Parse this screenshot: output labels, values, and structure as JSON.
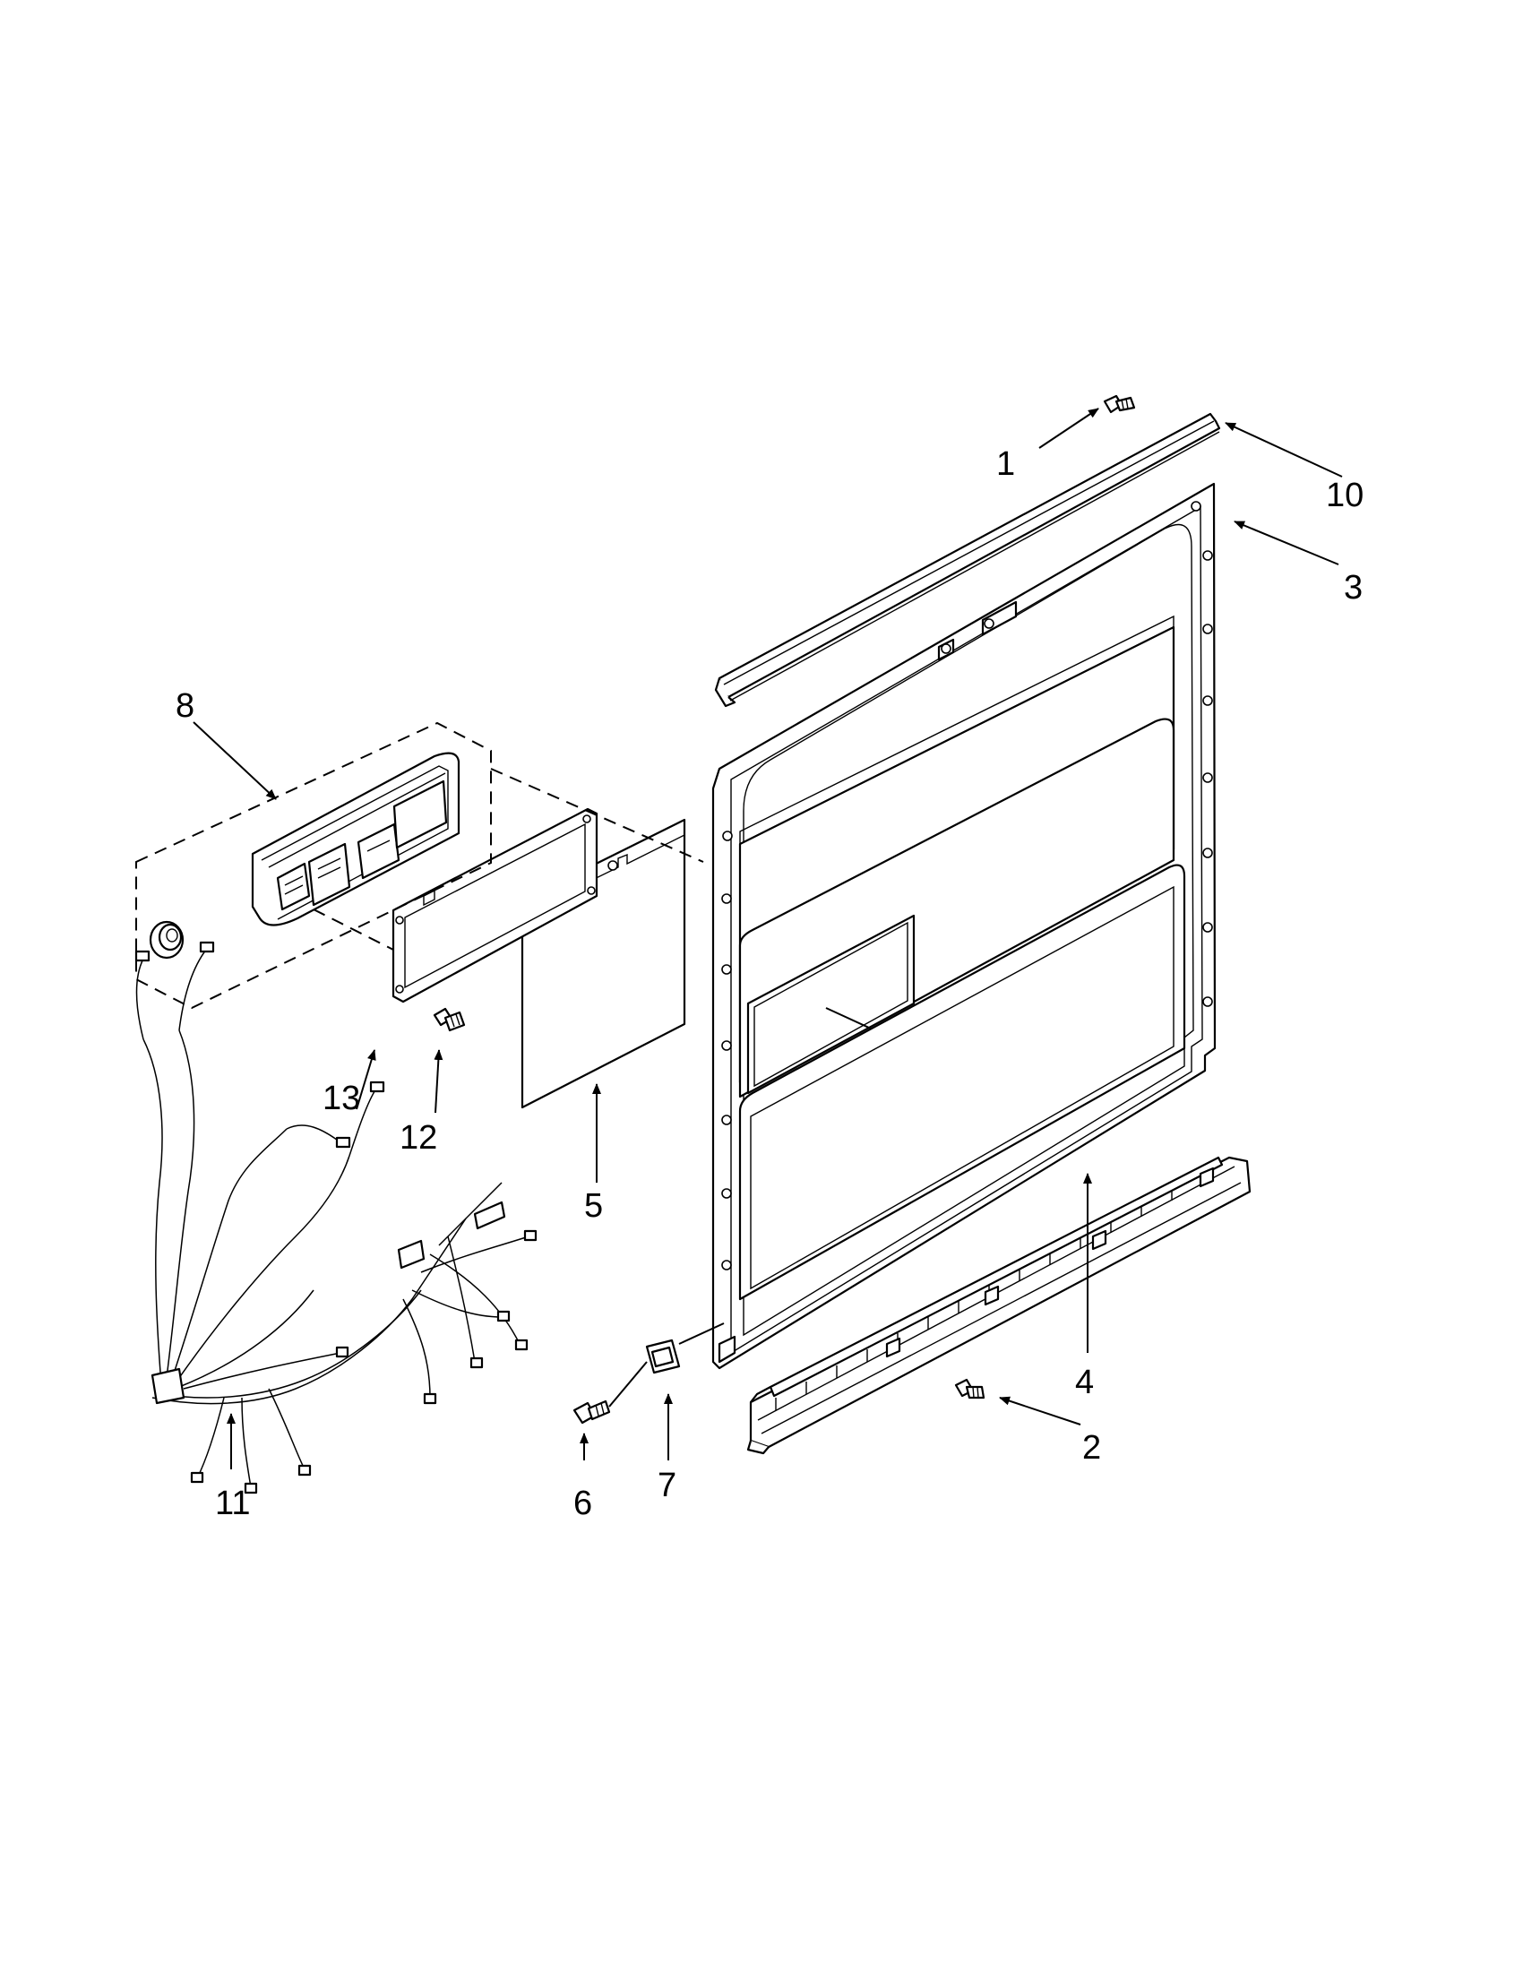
{
  "callouts": [
    {
      "id": "1",
      "part": "screw-top"
    },
    {
      "id": "2",
      "part": "screw-bottom"
    },
    {
      "id": "3",
      "part": "inner-door-panel"
    },
    {
      "id": "4",
      "part": "lower-door-trim"
    },
    {
      "id": "5",
      "part": "insulation-panel"
    },
    {
      "id": "6",
      "part": "screw-bracket"
    },
    {
      "id": "7",
      "part": "latch-bracket"
    },
    {
      "id": "8",
      "part": "control-assembly"
    },
    {
      "id": "10",
      "part": "top-door-seal"
    },
    {
      "id": "11",
      "part": "wire-harness"
    },
    {
      "id": "12",
      "part": "screw-console"
    },
    {
      "id": "13",
      "part": "console-gasket"
    }
  ]
}
